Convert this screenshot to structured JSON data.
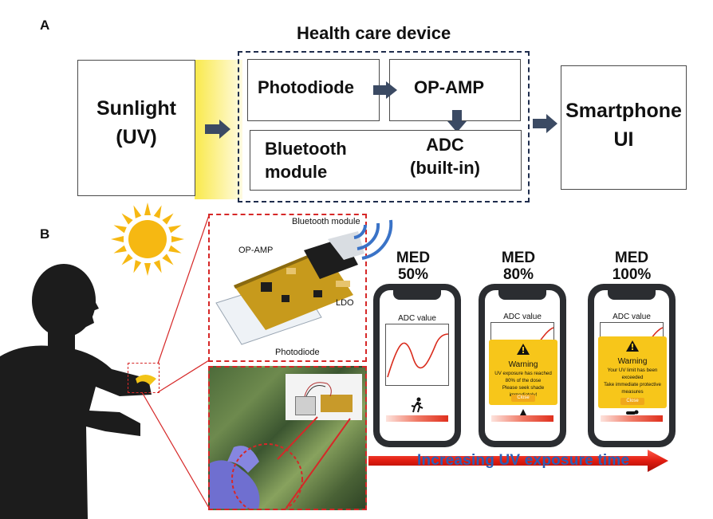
{
  "panel_a": {
    "letter": "A",
    "title": "Health care device",
    "sunlight": {
      "line1": "Sunlight",
      "line2": "(UV)"
    },
    "photodiode": "Photodiode",
    "opamp": "OP-AMP",
    "bluetooth": {
      "line1": "Bluetooth",
      "line2": "module"
    },
    "adc": {
      "line1": "ADC",
      "line2": "(built-in)"
    },
    "smartphone": {
      "line1": "Smartphone",
      "line2": "UI"
    }
  },
  "panel_b": {
    "letter": "B",
    "labels": {
      "bluetooth_module": "Bluetooth module",
      "opamp": "OP-AMP",
      "ldo": "LDO",
      "photodiode": "Photodiode"
    },
    "phones": [
      {
        "med_label": "MED",
        "med_value": "50%",
        "screen_title": "ADC value"
      },
      {
        "med_label": "MED",
        "med_value": "80%",
        "screen_title": "ADC value",
        "warning": {
          "title": "Warning",
          "lines": [
            "UV exposure has reached",
            "80% of the dose",
            "Please seek shade immediately!"
          ],
          "button": "Close"
        }
      },
      {
        "med_label": "MED",
        "med_value": "100%",
        "screen_title": "ADC value",
        "warning": {
          "title": "Warning",
          "lines": [
            "Your UV limit has been",
            "exceeded",
            "Take immediate protective",
            "measures"
          ],
          "button": "Close"
        }
      }
    ],
    "arrow_caption": "Increasing UV exposure time"
  },
  "colors": {
    "arrow_dark": "#3b4a63",
    "red": "#e02418",
    "sun": "#f6b812",
    "warning": "#f7c61a"
  },
  "icons": [
    "sun-icon",
    "bluetooth-signal-icon",
    "running-person-icon",
    "warning-icon"
  ]
}
